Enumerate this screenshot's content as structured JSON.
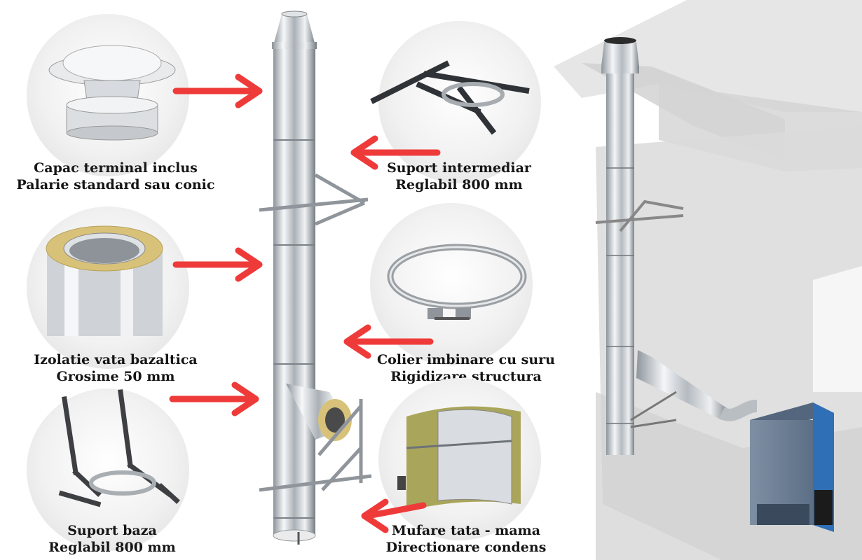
{
  "features": [
    {
      "id": "capac",
      "line1": "Capac terminal inclus",
      "line2": "Palarie standard sau conic"
    },
    {
      "id": "izolatie",
      "line1": "Izolatie vata bazaltica",
      "line2": "Grosime 50 mm"
    },
    {
      "id": "suport-baza",
      "line1": "Suport baza",
      "line2": "Reglabil 800 mm"
    },
    {
      "id": "suport-intermediar",
      "line1": "Suport intermediar",
      "line2": "Reglabil 800 mm"
    },
    {
      "id": "colier",
      "line1": "Colier imbinare cu suru",
      "line2": "Rigidizare structura"
    },
    {
      "id": "mufare",
      "line1": "Mufare tata - mama",
      "line2": "Directionare condens"
    }
  ],
  "colors": {
    "arrow": "#ef3a3a",
    "steel": "#c9ced3",
    "wall": "#d9d9d9",
    "boiler": "#2f6fb5",
    "insulation": "#d8c27a"
  }
}
